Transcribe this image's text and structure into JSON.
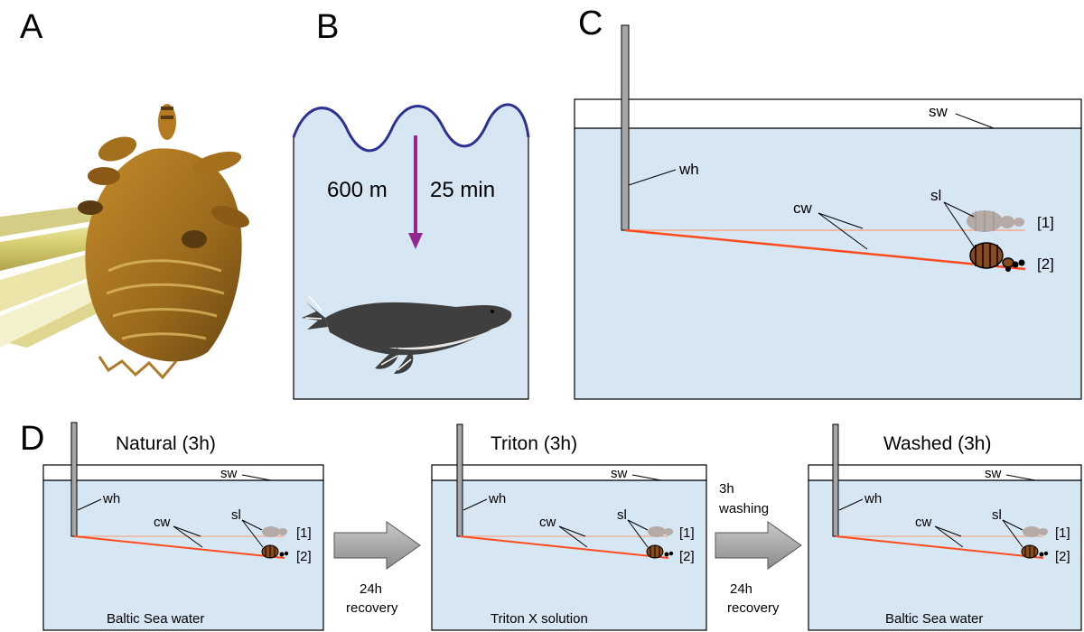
{
  "panels": {
    "a": {
      "letter": "A"
    },
    "b": {
      "letter": "B",
      "depth": "600 m",
      "duration": "25 min"
    },
    "c": {
      "letter": "C",
      "sw": "sw",
      "wh": "wh",
      "cw": "cw",
      "sl": "sl",
      "pos1": "[1]",
      "pos2": "[2]"
    },
    "d": {
      "letter": "D",
      "tanks": [
        {
          "title": "Natural (3h)",
          "sw": "sw",
          "wh": "wh",
          "cw": "cw",
          "sl": "sl",
          "pos1": "[1]",
          "pos2": "[2]",
          "medium": "Baltic Sea water"
        },
        {
          "title": "Triton (3h)",
          "sw": "sw",
          "wh": "wh",
          "cw": "cw",
          "sl": "sl",
          "pos1": "[1]",
          "pos2": "[2]",
          "medium": "Triton X solution"
        },
        {
          "title": "Washed (3h)",
          "sw": "sw",
          "wh": "wh",
          "cw": "cw",
          "sl": "sl",
          "pos1": "[1]",
          "pos2": "[2]",
          "medium": "Baltic Sea water"
        }
      ],
      "step1": {
        "below_1": "24h",
        "below_2": "recovery"
      },
      "step2": {
        "above_1": "3h",
        "above_2": "washing",
        "below_1": "24h",
        "below_2": "recovery"
      }
    }
  },
  "colors": {
    "water": "#d6e6f2",
    "wave": "#2e3192",
    "arrow_purple": "#93278f",
    "wire": "#ff4b1f",
    "wire_light": "#f7a98a",
    "holder": "#a6a6a6",
    "louse_brown": "#8b4a1a",
    "louse_grey": "#b5aaa5",
    "seal": "#3f3f3f",
    "process_arrow": "#a6a6a6"
  }
}
